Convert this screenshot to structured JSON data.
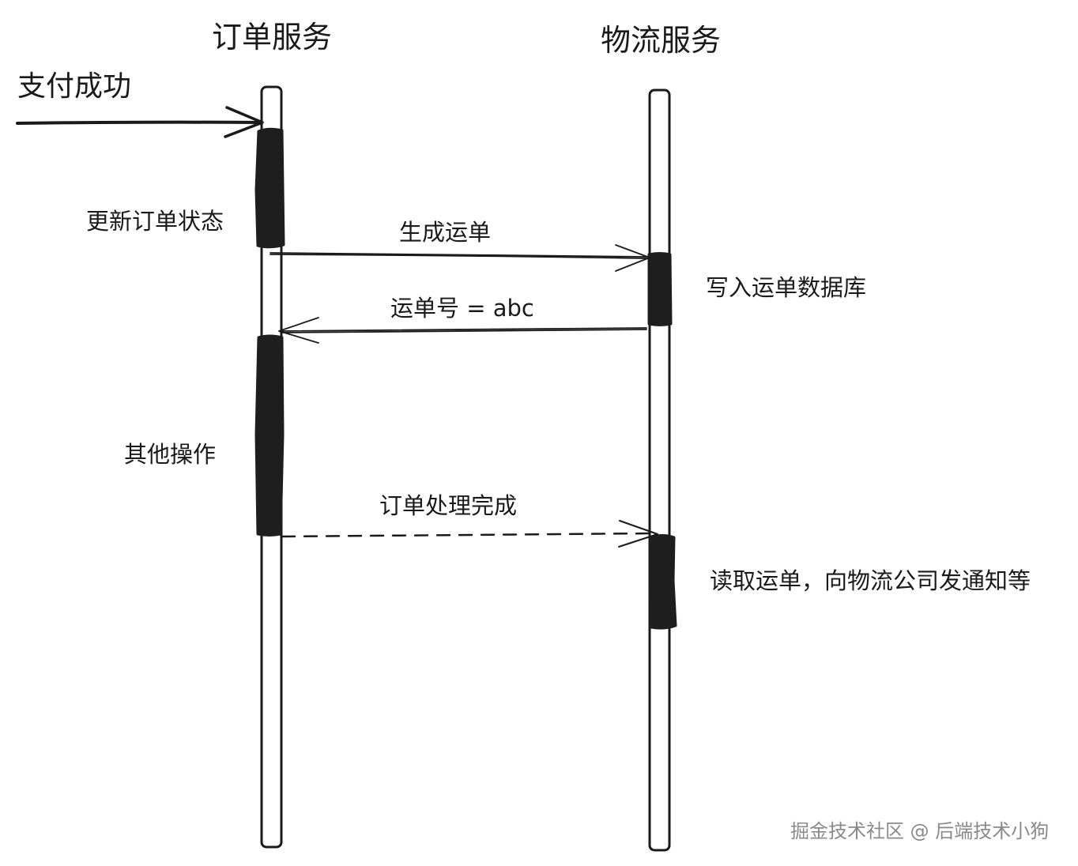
{
  "services": {
    "order": "订单服务",
    "logistics": "物流服务"
  },
  "trigger_label": "支付成功",
  "steps": {
    "update_order_status": "更新订单状态",
    "write_waybill_db": "写入运单数据库",
    "other_operations": "其他操作",
    "read_waybill_notify": "读取运单，向物流公司发通知等"
  },
  "messages": {
    "create_waybill": "生成运单",
    "waybill_number": "运单号 = abc",
    "order_done": "订单处理完成"
  },
  "watermark": "掘金技术社区 @ 后端技术小狗",
  "colors": {
    "ink": "#1a1a1a",
    "activation": "#1e1e1e",
    "watermark": "#8a8a8a"
  }
}
